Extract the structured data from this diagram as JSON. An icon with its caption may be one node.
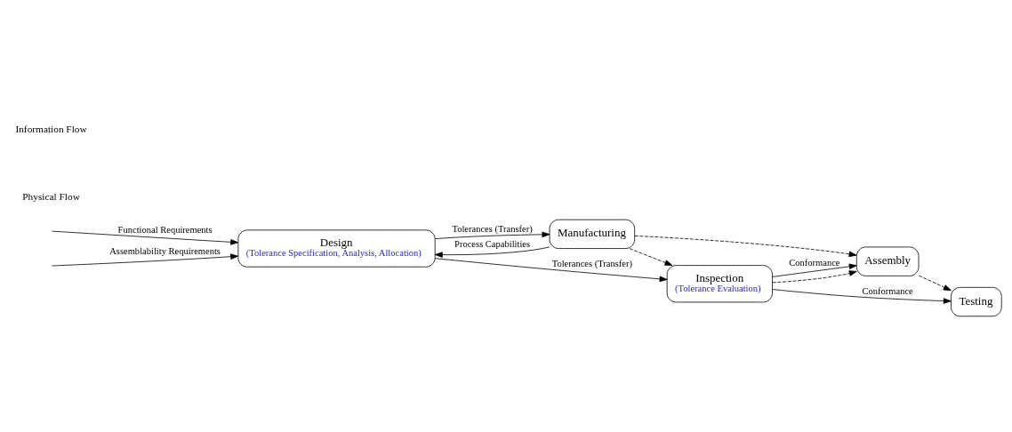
{
  "diagram": {
    "nodes": [
      {
        "text": [
          "Design",
          "(Tolerance Specification, Analysis, Allocation)"
        ]
      },
      {
        "text": [
          "Manufacturing"
        ]
      },
      {
        "text": [
          "Inspection",
          "(Tolerance Evaluation)"
        ]
      },
      {
        "text": [
          "Assembly"
        ]
      },
      {
        "text": [
          "Testing"
        ]
      }
    ],
    "edges": [
      {
        "from": null,
        "to": 0,
        "arrow": "to",
        "label": "Functional Requirements"
      },
      {
        "from": null,
        "to": 0,
        "arrow": "to",
        "label": "Assemblability Requirements"
      },
      {
        "from": 1,
        "to": 0,
        "arrow": "to",
        "label": "Process Capabilities"
      },
      {
        "from": 0,
        "to": 1,
        "arrow": "to",
        "label": "Tolerances (Transfer)"
      },
      {
        "from": 1,
        "to": 2,
        "arrow": "to",
        "style": "dashed"
      },
      {
        "from": 1,
        "to": 3,
        "arrow": "to",
        "style": "dashed"
      },
      {
        "from": 2,
        "to": 3,
        "arrow": "to",
        "label": "Conformance"
      },
      {
        "from": 2,
        "to": 3,
        "arrow": "to",
        "style": "dashed"
      },
      {
        "from": 3,
        "to": 4,
        "arrow": "to",
        "style": "dashed"
      },
      {
        "from": 0,
        "to": 2,
        "arrow": "to",
        "label": "Tolerances (Transfer)"
      },
      {
        "from": 2,
        "to": 4,
        "arrow": "to",
        "label": "Conformance"
      }
    ],
    "legend": [
      {
        "text": "Information Flow"
      },
      {
        "text": "Physical Flow"
      }
    ]
  }
}
